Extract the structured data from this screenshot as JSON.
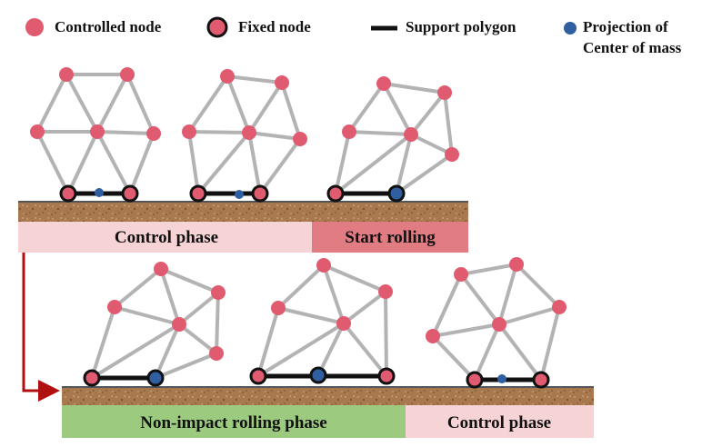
{
  "legend": {
    "controlled_node": "Controlled node",
    "fixed_node": "Fixed node",
    "support_polygon": "Support polygon",
    "projection_line1": "Projection of",
    "projection_line2": "Center of mass"
  },
  "phases": {
    "top_left": "Control phase",
    "top_right": "Start rolling",
    "bottom_left": "Non-impact rolling phase",
    "bottom_right": "Control phase"
  },
  "colors": {
    "controlled_node": "#e05a70",
    "fixed_node_fill": "#e05a70",
    "fixed_node_stroke": "#111111",
    "edge": "#b3b3b3",
    "support_polygon": "#111111",
    "com_projection": "#2f5fa0",
    "ground": "#a8784f",
    "control_phase_bg": "#f6d3d5",
    "start_rolling_bg": "#e17c83",
    "rolling_phase_bg": "#9ccb7f",
    "arrow": "#b01010"
  },
  "icons": {
    "controlled_node": "pink-circle-icon",
    "fixed_node": "outlined-circle-icon",
    "support_polygon": "black-bar-icon",
    "projection": "blue-dot-icon",
    "arrow": "elbow-arrow-icon"
  }
}
